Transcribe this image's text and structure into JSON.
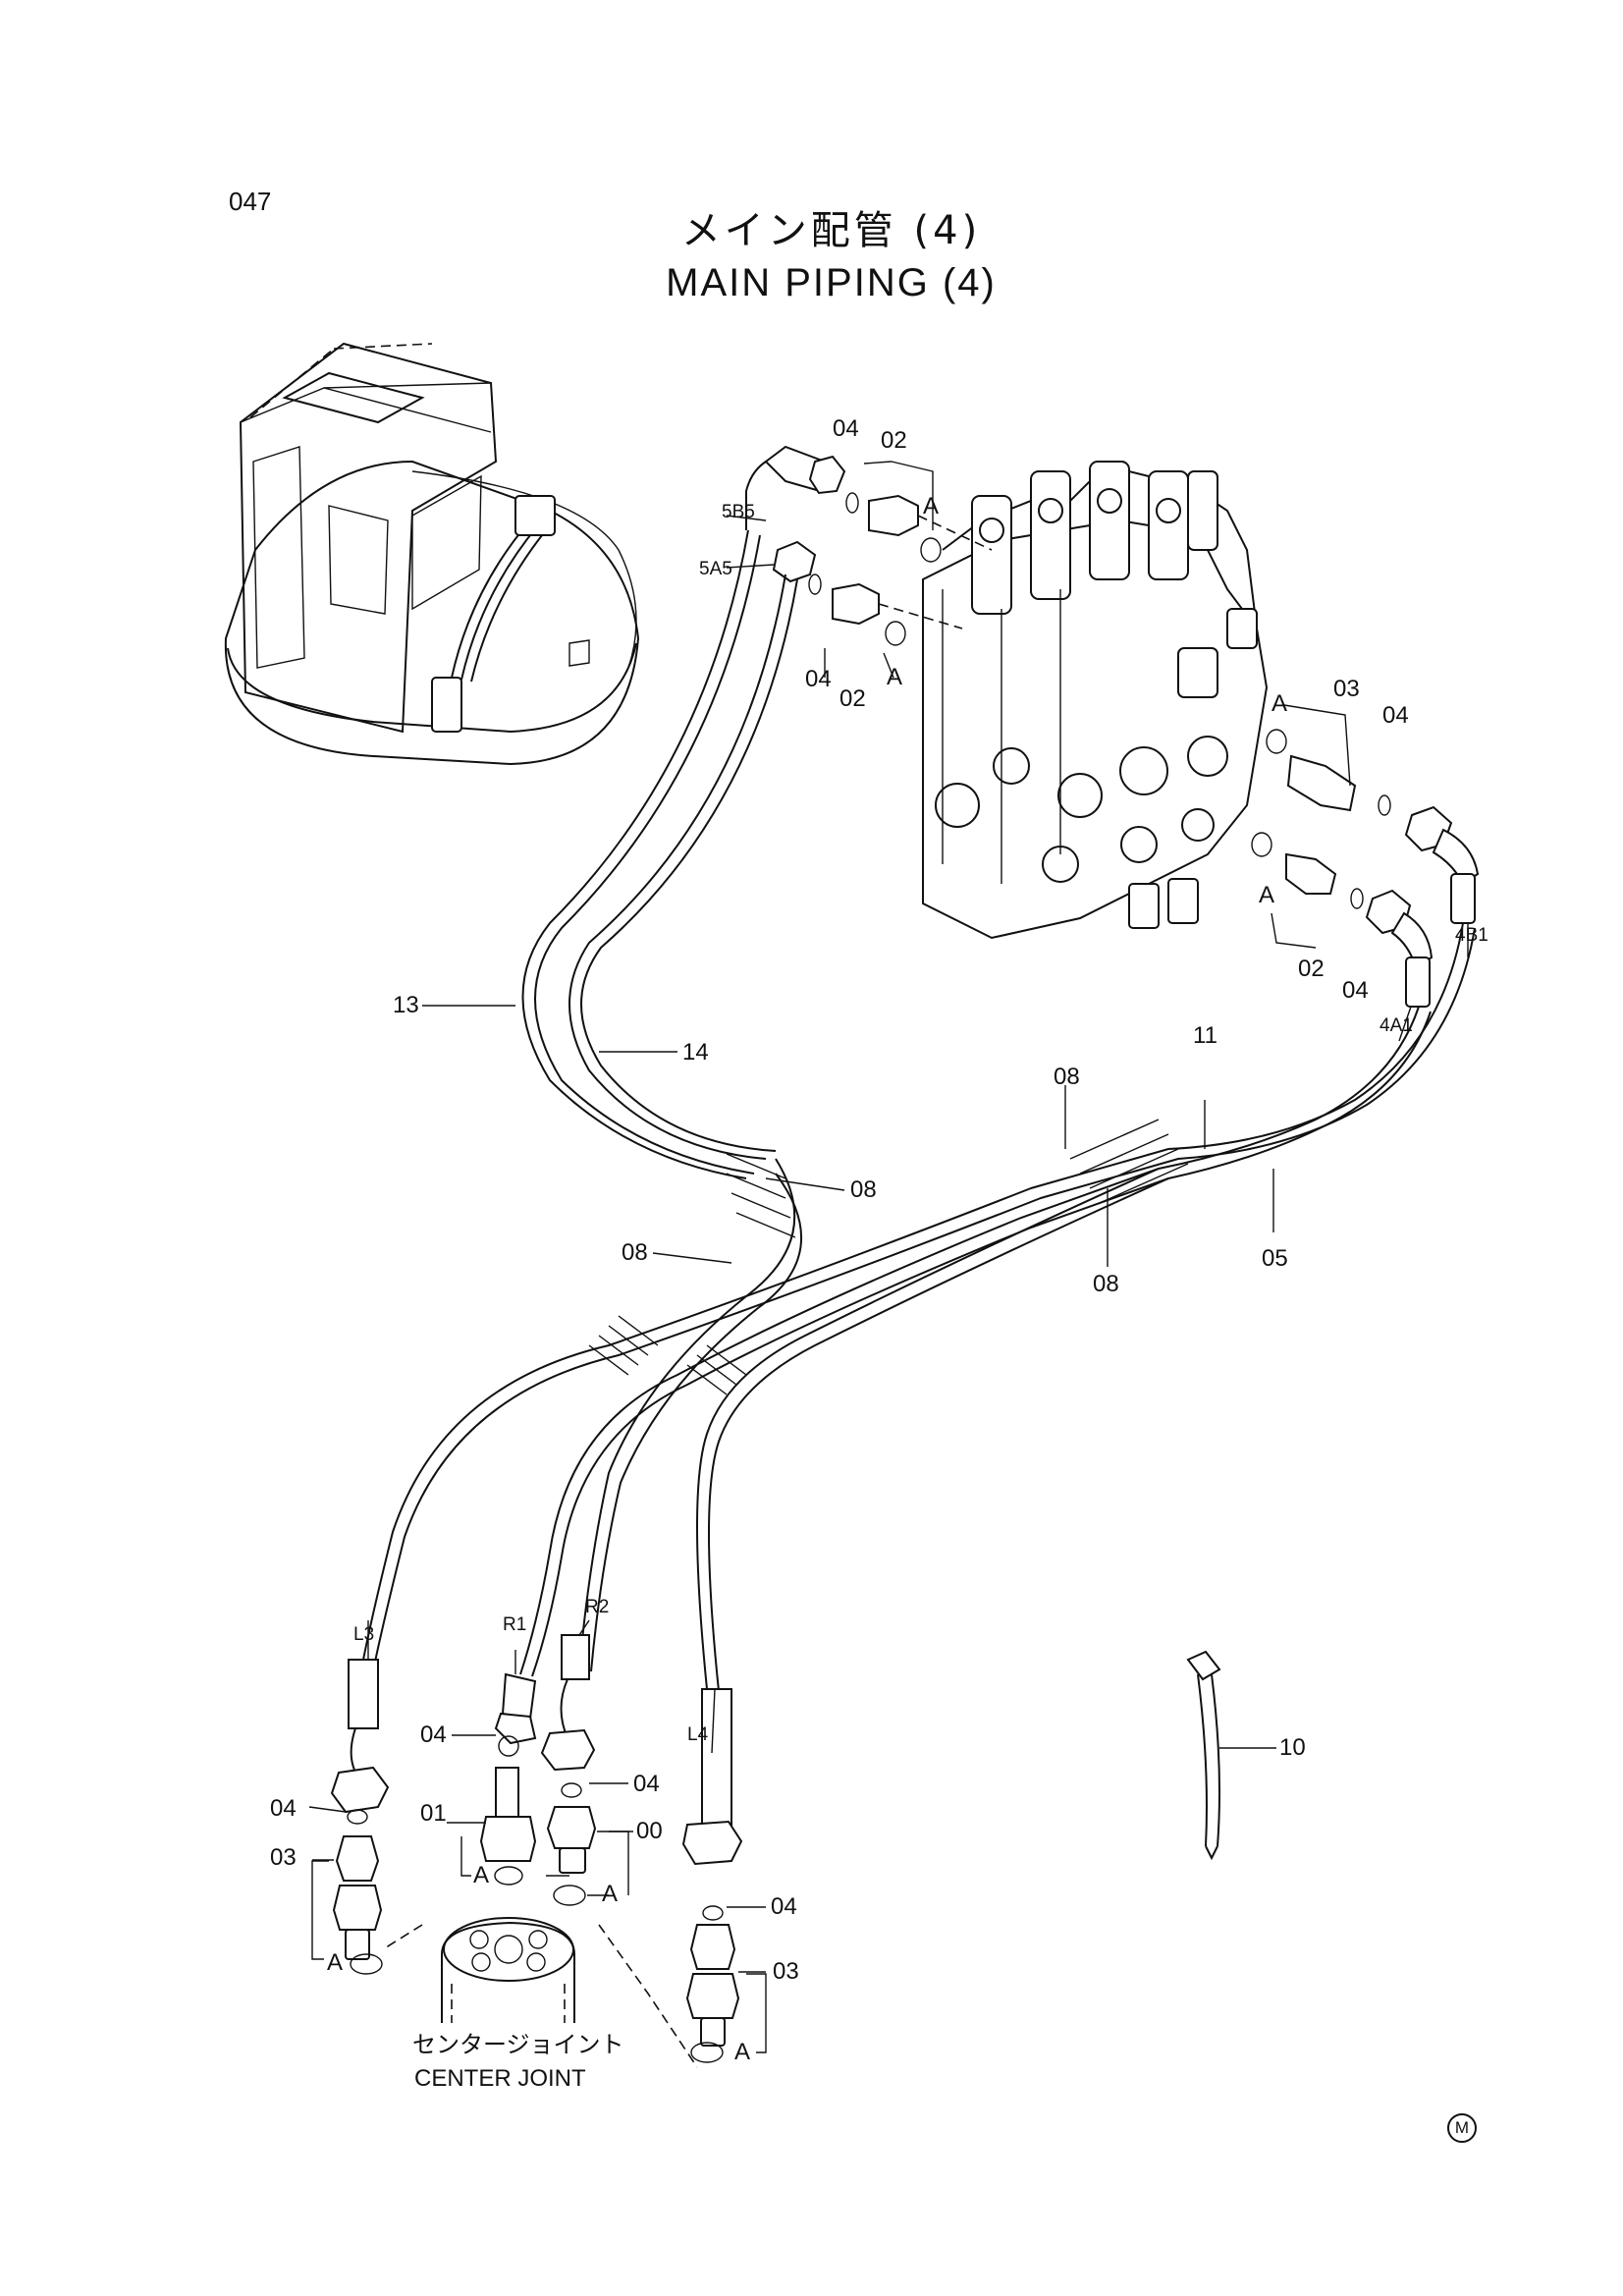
{
  "page": {
    "number": "047",
    "title_jp": "メイン配管 (4)",
    "title_en": "MAIN PIPING (4)",
    "mark": "M"
  },
  "center_joint": {
    "label_jp": "センタージョイント",
    "label_en": "CENTER JOINT"
  },
  "callouts": [
    {
      "id": "c-04-a",
      "text": "04"
    },
    {
      "id": "c-02-a",
      "text": "02"
    },
    {
      "id": "c-A-a",
      "text": "A"
    },
    {
      "id": "c-5B5",
      "text": "5B5"
    },
    {
      "id": "c-5A5",
      "text": "5A5"
    },
    {
      "id": "c-04-b",
      "text": "04"
    },
    {
      "id": "c-02-b",
      "text": "02"
    },
    {
      "id": "c-A-b",
      "text": "A"
    },
    {
      "id": "c-03-a",
      "text": "03"
    },
    {
      "id": "c-A-c",
      "text": "A"
    },
    {
      "id": "c-04-c",
      "text": "04"
    },
    {
      "id": "c-A-d",
      "text": "A"
    },
    {
      "id": "c-02-c",
      "text": "02"
    },
    {
      "id": "c-04-d",
      "text": "04"
    },
    {
      "id": "c-4B1",
      "text": "4B1"
    },
    {
      "id": "c-4A1",
      "text": "4A1"
    },
    {
      "id": "c-13",
      "text": "13"
    },
    {
      "id": "c-14",
      "text": "14"
    },
    {
      "id": "c-11",
      "text": "11"
    },
    {
      "id": "c-08-a",
      "text": "08"
    },
    {
      "id": "c-08-b",
      "text": "08"
    },
    {
      "id": "c-08-c",
      "text": "08"
    },
    {
      "id": "c-08-d",
      "text": "08"
    },
    {
      "id": "c-05",
      "text": "05"
    },
    {
      "id": "c-L3",
      "text": "L3"
    },
    {
      "id": "c-R1",
      "text": "R1"
    },
    {
      "id": "c-R2",
      "text": "R2"
    },
    {
      "id": "c-L4",
      "text": "L4"
    },
    {
      "id": "c-10",
      "text": "10"
    },
    {
      "id": "c-04-e",
      "text": "04"
    },
    {
      "id": "c-04-f",
      "text": "04"
    },
    {
      "id": "c-04-g",
      "text": "04"
    },
    {
      "id": "c-04-h",
      "text": "04"
    },
    {
      "id": "c-01",
      "text": "01"
    },
    {
      "id": "c-00",
      "text": "00"
    },
    {
      "id": "c-03-b",
      "text": "03"
    },
    {
      "id": "c-03-c",
      "text": "03"
    },
    {
      "id": "c-A-e",
      "text": "A"
    },
    {
      "id": "c-A-f",
      "text": "A"
    },
    {
      "id": "c-A-g",
      "text": "A"
    },
    {
      "id": "c-A-h",
      "text": "A"
    }
  ]
}
